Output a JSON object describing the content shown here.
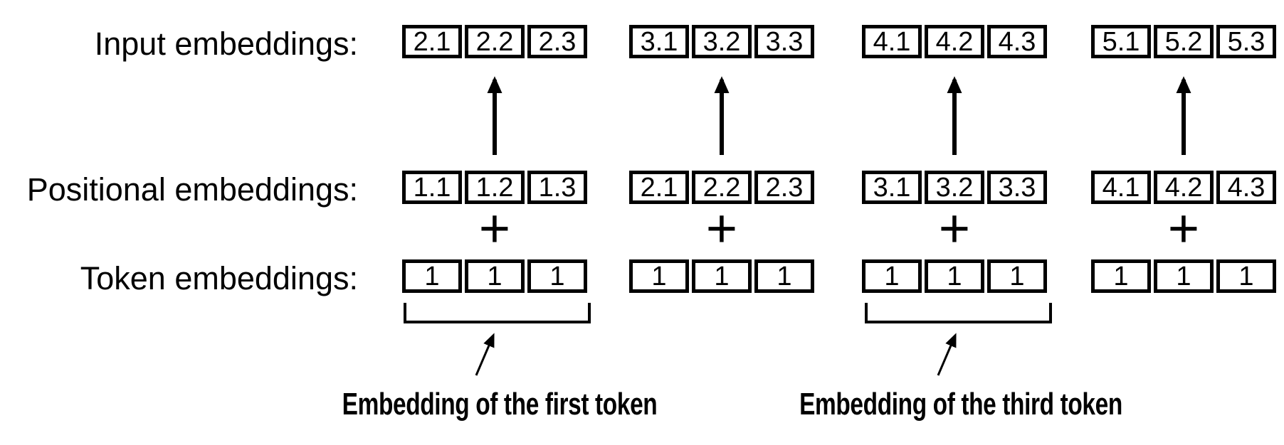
{
  "colors": {
    "background": "#ffffff",
    "ink": "#000000"
  },
  "figure": {
    "rows": [
      {
        "id": "input-embeddings",
        "label": "Input embeddings:",
        "groups": [
          [
            "2.1",
            "2.2",
            "2.3"
          ],
          [
            "3.1",
            "3.2",
            "3.3"
          ],
          [
            "4.1",
            "4.2",
            "4.3"
          ],
          [
            "5.1",
            "5.2",
            "5.3"
          ]
        ]
      },
      {
        "id": "positional-embeddings",
        "label": "Positional embeddings:",
        "groups": [
          [
            "1.1",
            "1.2",
            "1.3"
          ],
          [
            "2.1",
            "2.2",
            "2.3"
          ],
          [
            "3.1",
            "3.2",
            "3.3"
          ],
          [
            "4.1",
            "4.2",
            "4.3"
          ]
        ]
      },
      {
        "id": "token-embeddings",
        "label": "Token embeddings:",
        "groups": [
          [
            "1",
            "1",
            "1"
          ],
          [
            "1",
            "1",
            "1"
          ],
          [
            "1",
            "1",
            "1"
          ],
          [
            "1",
            "1",
            "1"
          ]
        ]
      }
    ],
    "operator": "+",
    "annotations": [
      {
        "target_group": 1,
        "label": "Embedding of the first token"
      },
      {
        "target_group": 3,
        "label": "Embedding of the third token"
      }
    ]
  }
}
